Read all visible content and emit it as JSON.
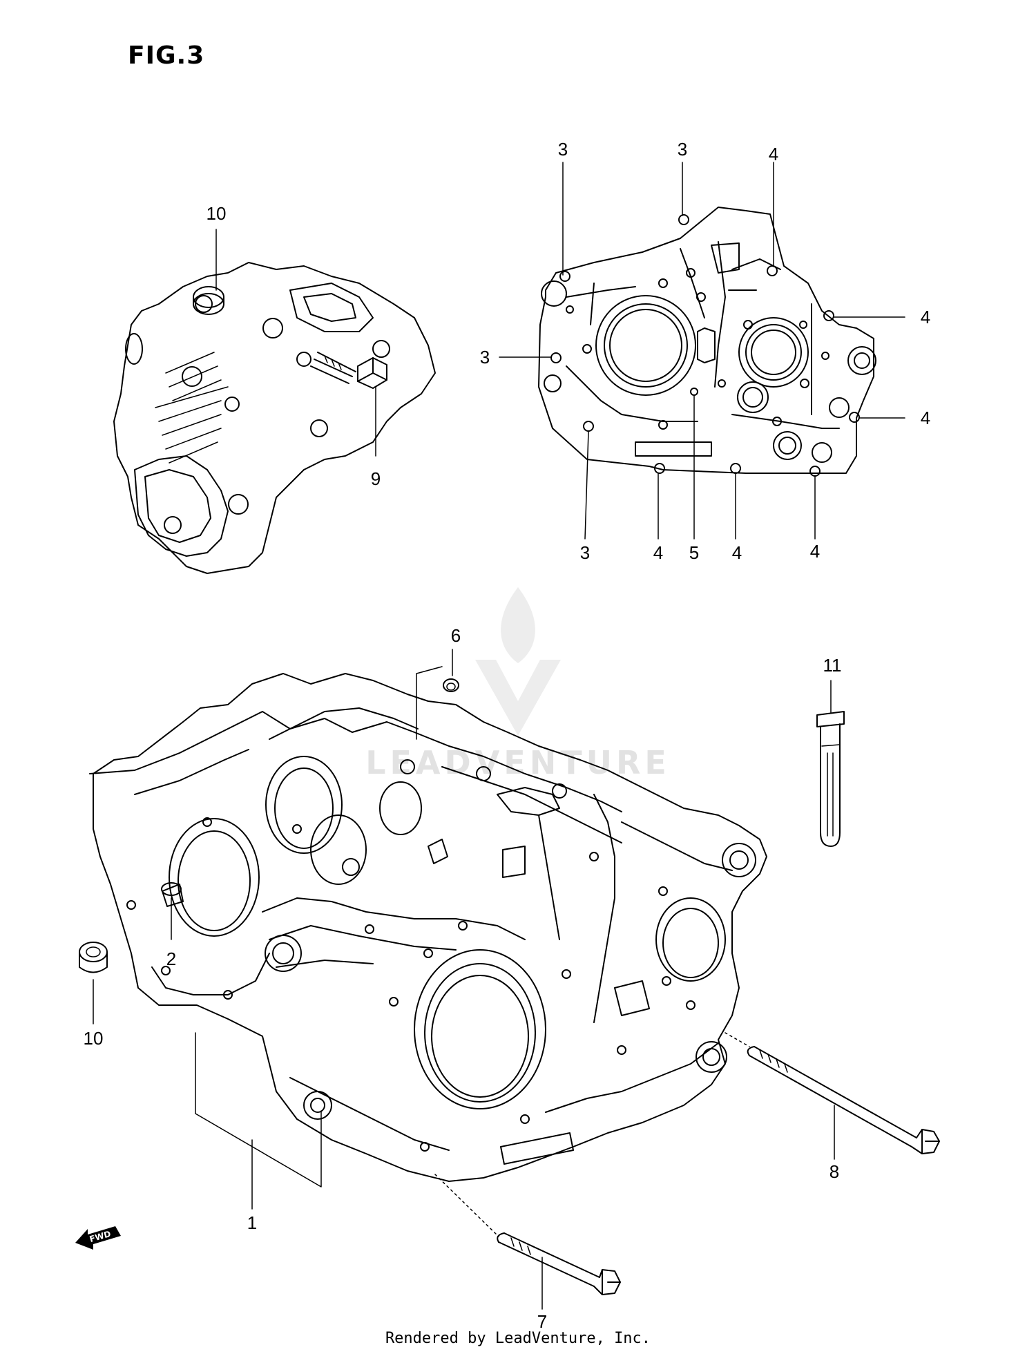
{
  "figure_title": "FIG.3",
  "footer_text": "Rendered by LeadVenture, Inc.",
  "watermark_text": "LEADVENTURE",
  "direction_tag": "FWD",
  "callouts": {
    "c10_top": "10",
    "c9": "9",
    "c3_a": "3",
    "c3_b": "3",
    "c4_a": "4",
    "c4_b": "4",
    "c3_c": "3",
    "c4_c": "4",
    "c3_d": "3",
    "c4_d": "4",
    "c5": "5",
    "c4_e": "4",
    "c4_f": "4",
    "c6": "6",
    "c11": "11",
    "c2": "2",
    "c10_bottom": "10",
    "c8": "8",
    "c1": "1",
    "c7": "7"
  },
  "colors": {
    "line": "#000000",
    "watermark": "#d8d8d8",
    "background": "#ffffff"
  }
}
